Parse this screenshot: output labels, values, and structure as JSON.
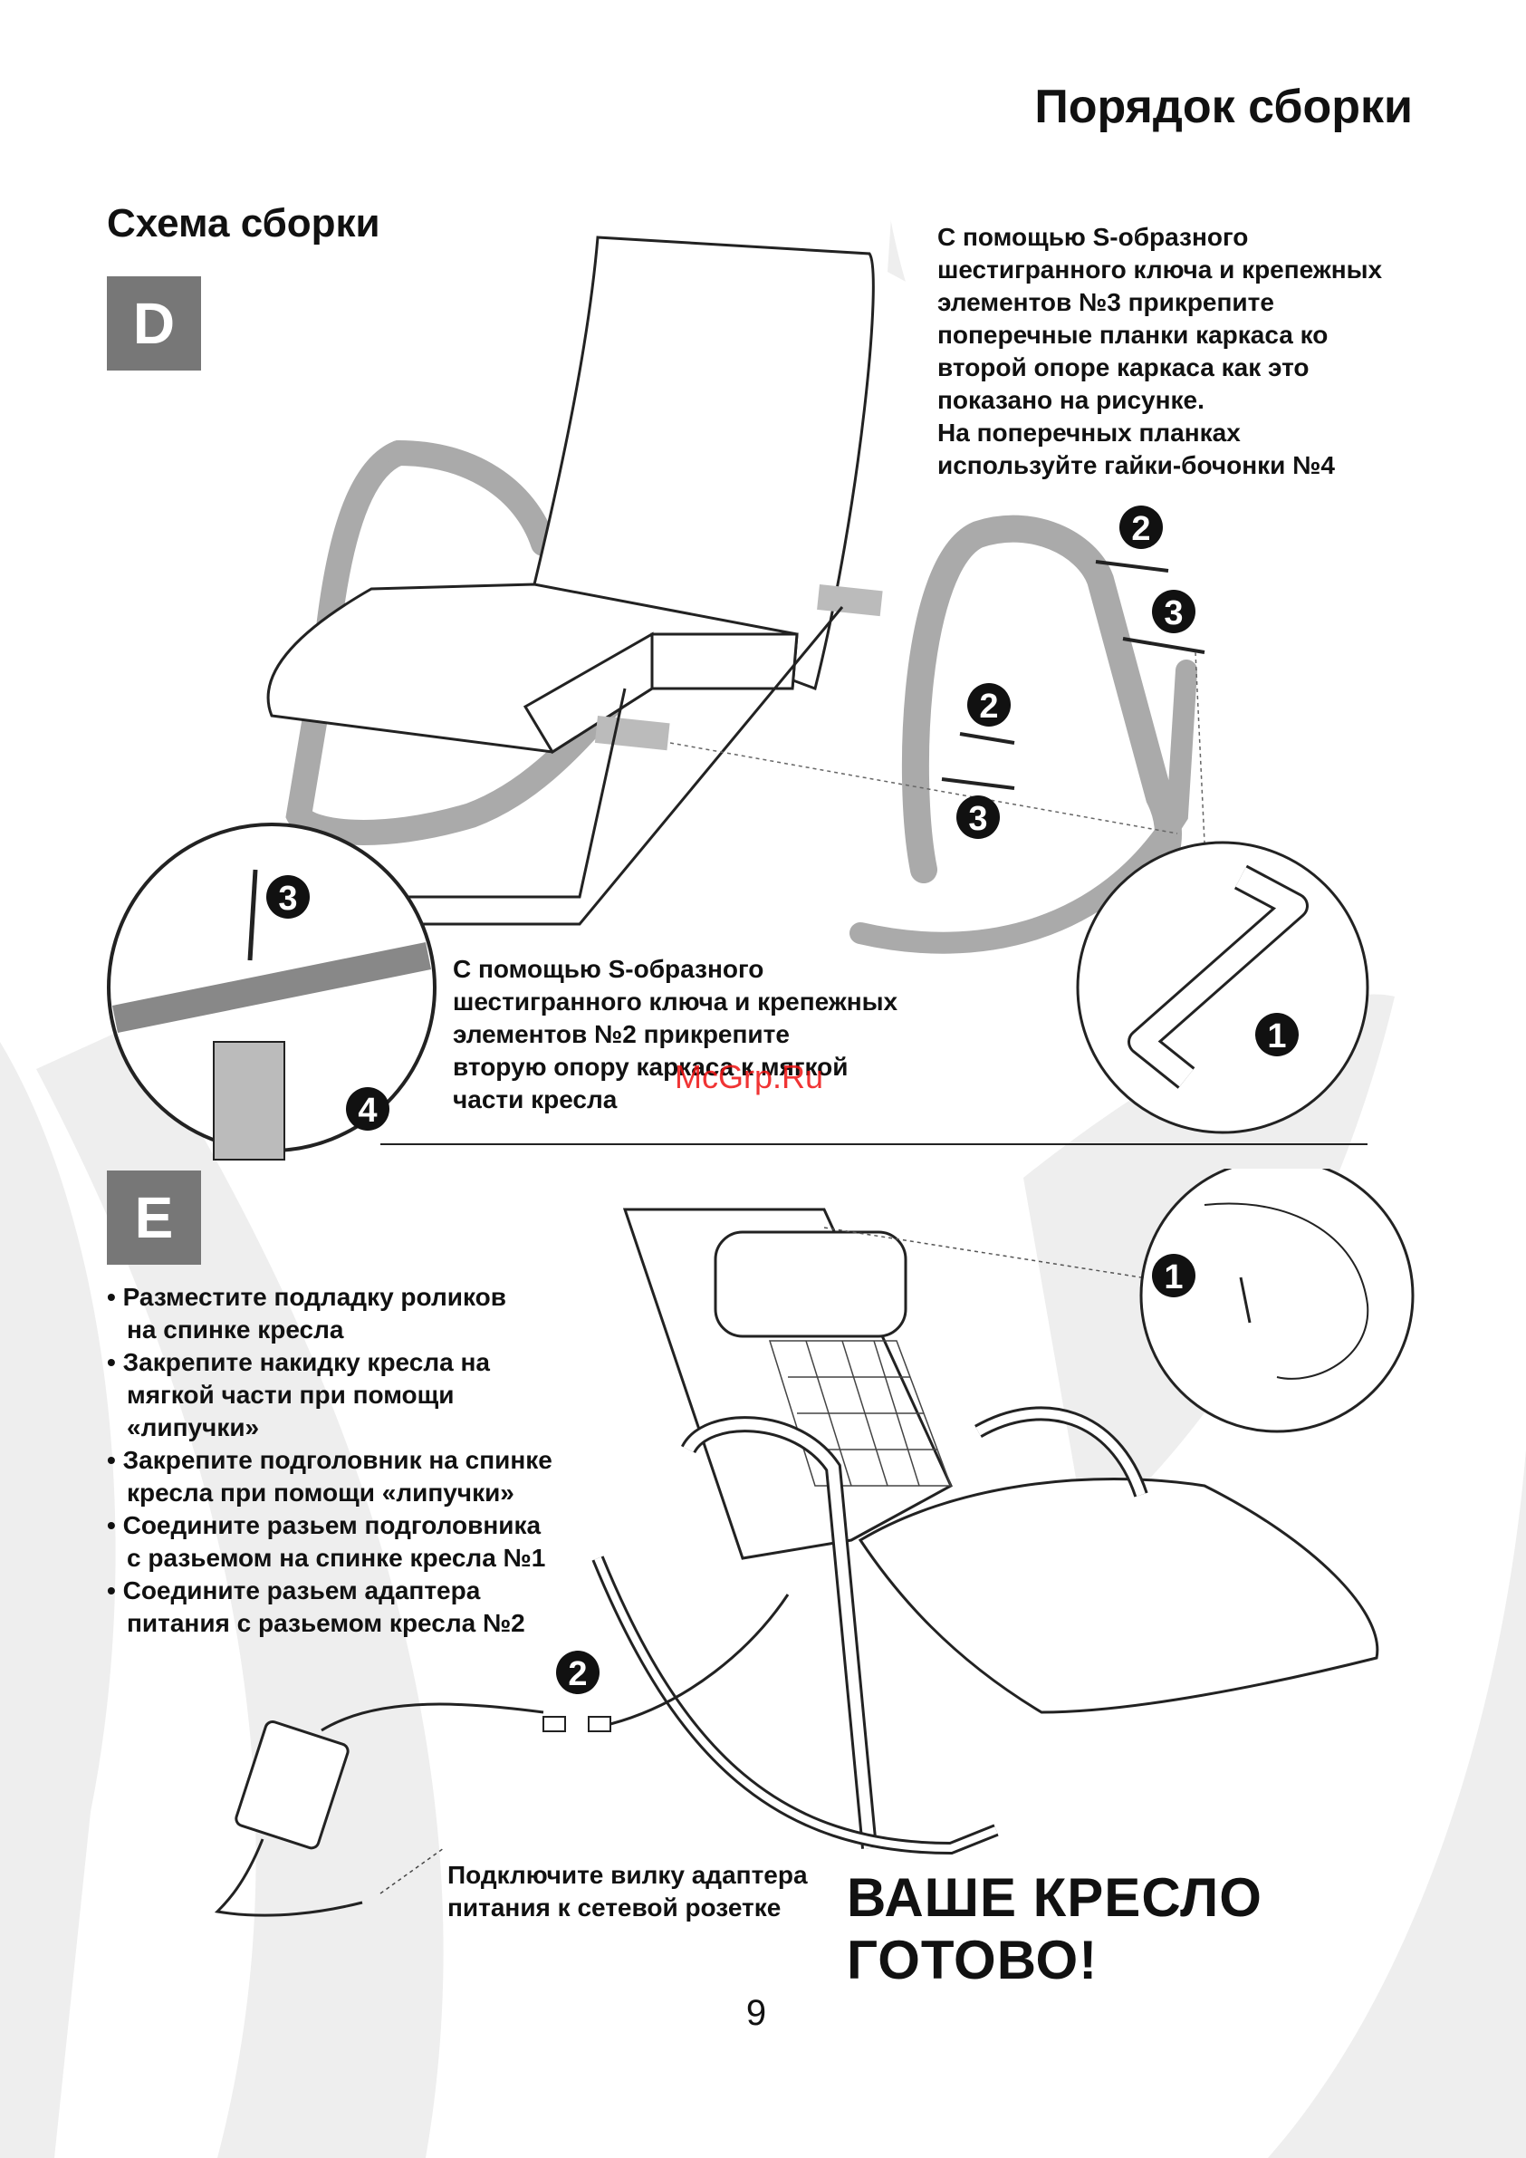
{
  "page_title": "Порядок сборки",
  "section_title": "Схема сборки",
  "steps": {
    "d_label": "D",
    "e_label": "E"
  },
  "step_d": {
    "text_top": "С помощью S-образного\nшестигранного ключа и крепежных\nэлементов №3 прикрепите\nпоперечные планки каркаса ко\nвторой опоре каркаса как это\nпоказано на рисунке.\nНа поперечных  планках\nиспользуйте гайки-бочонки №4",
    "text_middle": "С помощью S-образного\nшестигранного ключа и крепежных\nэлементов №2 прикрепите\nвторую опору каркаса к мягкой\nчасти кресла",
    "callouts": [
      "2",
      "3",
      "2",
      "3",
      "1",
      "3",
      "4"
    ]
  },
  "step_e": {
    "bullets": [
      "Разместите подладку роликов\nна спинке кресла",
      "Закрепите накидку кресла на\nмягкой части при помощи\n«липучки»",
      "Закрепите подголовник на спинке\nкресла при помощи «липучки»",
      "Соедините разьем подголовника\nс разьемом на спинке кресла №1",
      "Соедините разьем адаптера\nпитания  с разьемом кресла №2"
    ],
    "plug_note": "Подключите вилку адаптера\nпитания к сетевой розетке",
    "callouts": [
      "1",
      "2"
    ]
  },
  "final_message": "ВАШЕ КРЕСЛО ГОТОВО!",
  "watermark": "McGrp.Ru",
  "page_number": "9",
  "colors": {
    "badge_gray": "#777777",
    "background_swoosh": "#eeeeee",
    "watermark_red": "#ee1111"
  }
}
